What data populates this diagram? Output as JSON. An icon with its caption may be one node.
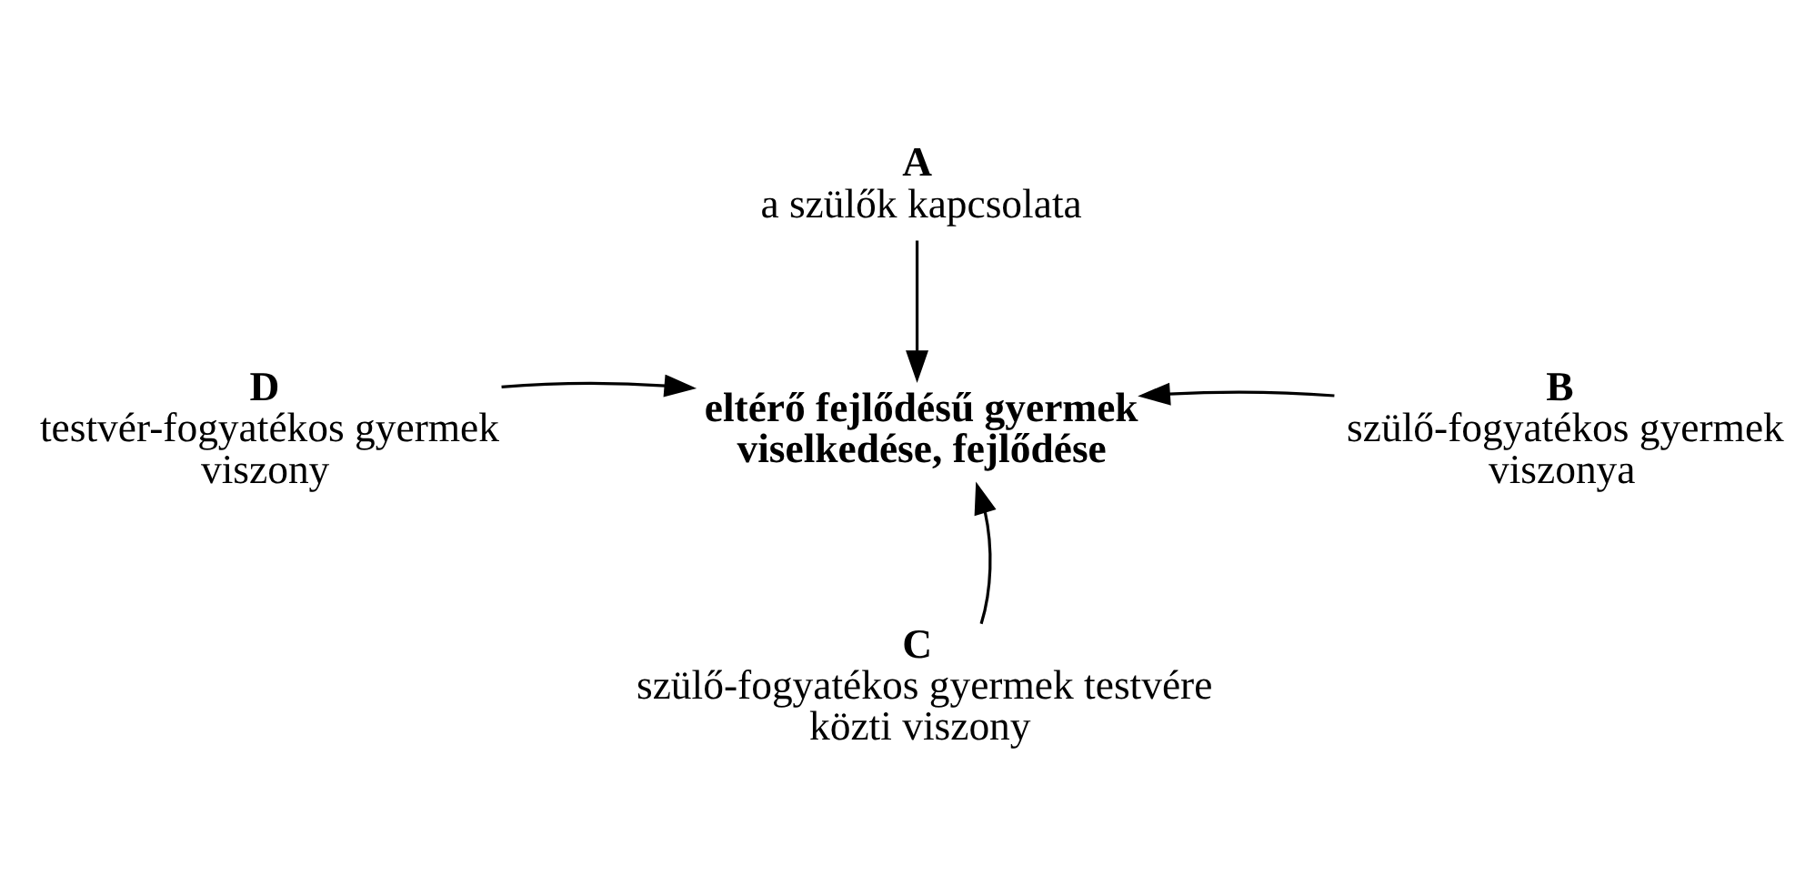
{
  "diagram": {
    "nodes": [
      {
        "text": [
          "A",
          "a szülők kapcsolata"
        ]
      },
      {
        "text": [
          "D",
          "testvér-fogyatékos gyermek viszony"
        ]
      },
      {
        "text": [
          "eltérő fejlődésű gyermek viselkedése, fejlődése"
        ]
      },
      {
        "text": [
          "B",
          "szülő-fogyatékos gyermek viszonya"
        ]
      },
      {
        "text": [
          "C",
          "szülő-fogyatékos gyermek testvére közti viszony"
        ]
      }
    ],
    "edges": [
      {
        "from": 0,
        "to": 2,
        "arrow": "to"
      },
      {
        "from": 3,
        "to": 2,
        "arrow": "to"
      },
      {
        "from": 4,
        "to": 2,
        "arrow": "to"
      },
      {
        "from": 1,
        "to": 2,
        "arrow": "to"
      }
    ]
  }
}
